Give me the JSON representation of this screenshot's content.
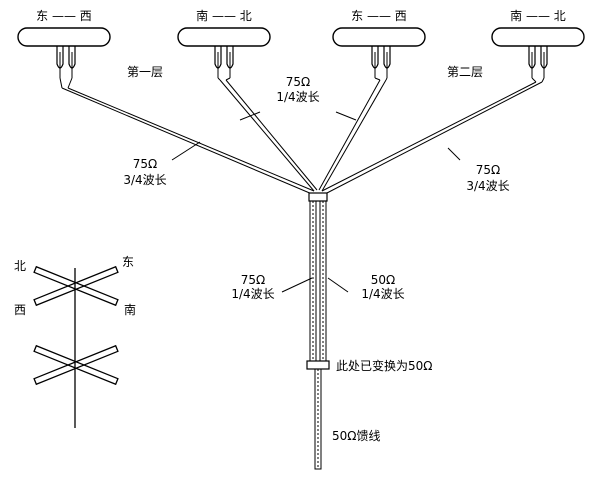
{
  "antenna_labels": {
    "dipole_1_orientation": "东 —— 西",
    "dipole_2_orientation": "南 —— 北",
    "dipole_3_orientation": "东 —— 西",
    "dipole_4_orientation": "南 —— 北",
    "layer_1": "第一层",
    "layer_2": "第二层",
    "center_line_ohm": "75Ω",
    "center_line_len": "1/4波长",
    "left_line_ohm": "75Ω",
    "left_line_len": "3/4波长",
    "right_line_ohm": "75Ω",
    "right_line_len": "3/4波长",
    "vert_left_ohm": "75Ω",
    "vert_left_len": "1/4波长",
    "vert_right_ohm": "50Ω",
    "vert_right_len": "1/4波长",
    "transform_note": "此处已变换为50Ω",
    "feeder": "50Ω馈线"
  },
  "side_view": {
    "north": "北",
    "east": "东",
    "west": "西",
    "south": "南"
  }
}
